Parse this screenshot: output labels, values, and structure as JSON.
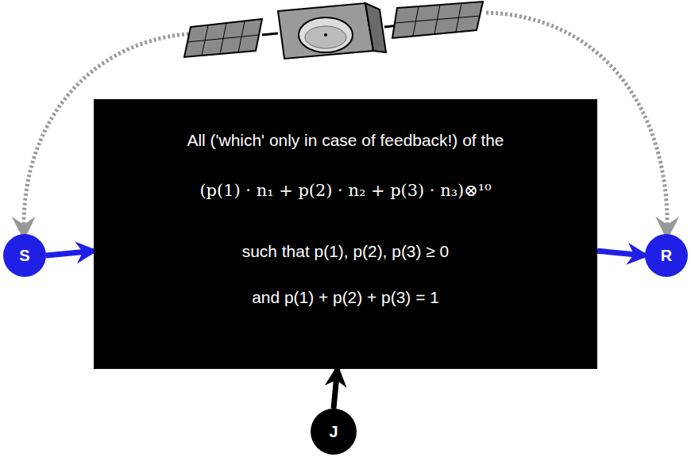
{
  "diagram": {
    "nodes": [
      {
        "text": [
          "S"
        ]
      },
      {
        "text": [
          "All ('which' only in case of feedback!) of the",
          "(p(1) · n₁ + p(2) · n₂ + p(3) · n₃)⊗¹⁰",
          "such that p(1), p(2), p(3) ≥ 0",
          "and p(1) + p(2) + p(3) = 1"
        ]
      },
      {
        "text": [
          "R"
        ]
      },
      {
        "text": [
          "J"
        ]
      }
    ],
    "edges": [
      {
        "from": 0,
        "to": 1,
        "arrow": "to"
      },
      {
        "from": 1,
        "to": 2,
        "arrow": "to"
      },
      {
        "from": 3,
        "to": 1,
        "arrow": "to"
      }
    ]
  }
}
